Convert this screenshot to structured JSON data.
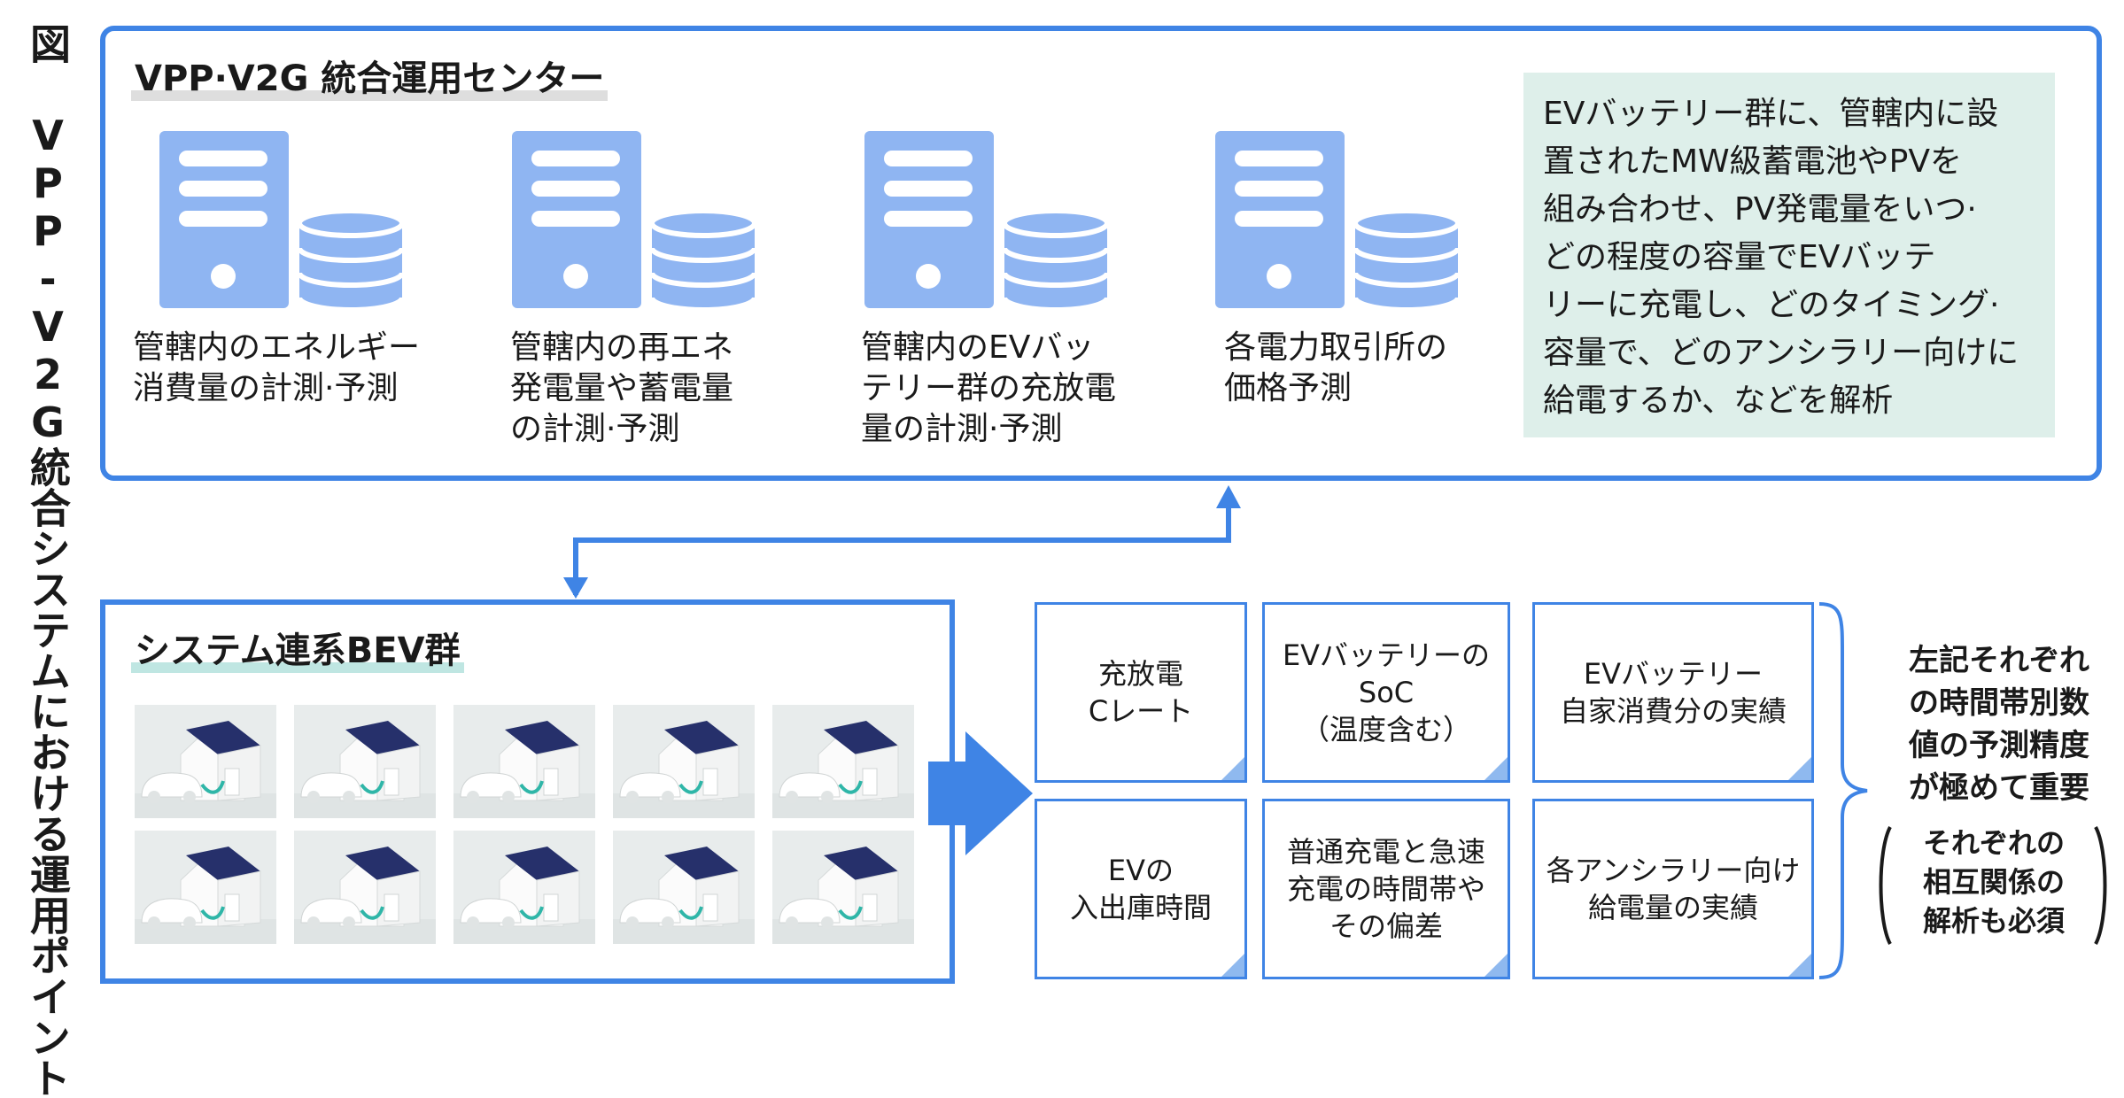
{
  "side_title": "図 VPP-V2G統合システムにおける運用ポイント",
  "center": {
    "title": "VPP·V2G 統合運用センター",
    "items": [
      {
        "lines": [
          "管轄内のエネルギー",
          "消費量の計測·予測"
        ]
      },
      {
        "lines": [
          "管轄内の再エネ",
          "発電量や蓄電量",
          "の計測·予測"
        ]
      },
      {
        "lines": [
          "管轄内のEVバッ",
          "テリー群の充放電",
          "量の計測·予測"
        ]
      },
      {
        "lines": [
          "各電力取引所の",
          "価格予測"
        ]
      }
    ],
    "note_lines": [
      "EVバッテリー群に、管轄内に設",
      "置されたMW級蓄電池やPVを",
      "組み合わせ、PV発電量をいつ·",
      "どの程度の容量でEVバッテ",
      "リーに充電し、どのタイミング·",
      "容量で、どのアンシラリー向けに",
      "給電するか、などを解析"
    ]
  },
  "bev": {
    "title": "システム連系BEV群"
  },
  "factors": [
    {
      "lines": [
        "充放電",
        "Cレート"
      ]
    },
    {
      "lines": [
        "EVバッテリーの",
        "SoC",
        "（温度含む）"
      ]
    },
    {
      "lines": [
        "EVバッテリー",
        "自家消費分の実績"
      ]
    },
    {
      "lines": [
        "EVの",
        "入出庫時間"
      ]
    },
    {
      "lines": [
        "普通充電と急速",
        "充電の時間帯や",
        "その偏差"
      ]
    },
    {
      "lines": [
        "各アンシラリー向け",
        "給電量の実績"
      ]
    }
  ],
  "conclusion_lines": [
    "左記それぞれ",
    "の時間帯別数",
    "値の予測精度",
    "が極めて重要"
  ],
  "sub_conclusion_lines": [
    "それぞれの",
    "相互関係の",
    "解析も必須"
  ],
  "colors": {
    "accent_blue": "#3f84e5",
    "icon_blue": "#8fb5f2",
    "note_bg": "#deefea",
    "title_underline_gray": "#dedede",
    "title_underline_teal": "#bfe6e2"
  },
  "icons": [
    "server-database-icon",
    "house-solar-ev-icon"
  ]
}
